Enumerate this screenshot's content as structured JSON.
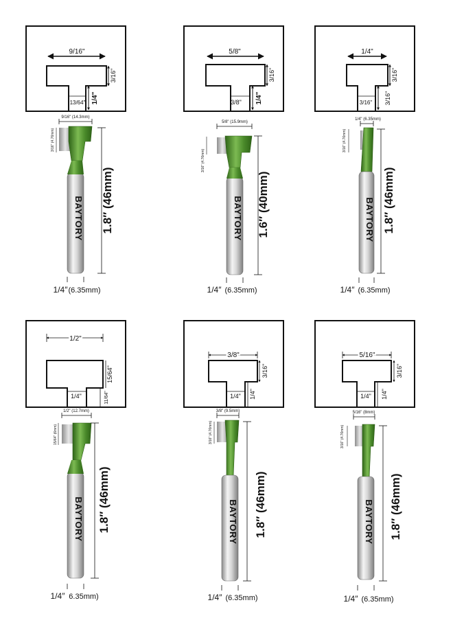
{
  "colors": {
    "shank_light": "#f2f2f2",
    "shank_mid": "#c4c4c4",
    "shank_dark": "#8a8a8a",
    "body_green": "#4a8a2a",
    "body_green_dark": "#2f6418",
    "body_green_light": "#7cba52",
    "carbide_light": "#e6e6e6",
    "carbide_dark": "#8e8e8e",
    "line": "#111111"
  },
  "brand": "BAYTORY",
  "bits": [
    {
      "profile": {
        "top_width": "9/16\"",
        "top_depth": "3/16\"",
        "neck_width": "13/64\"",
        "neck_depth": "1/4\""
      },
      "cutter_width": "9/16\" (14.3mm)",
      "cutter_height": "3/16\" (4.76mm)",
      "length": "1.8″ (46mm)",
      "shank_label": "1/4″",
      "shank_mm": "(6.35mm)"
    },
    {
      "profile": {
        "top_width": "5/8\"",
        "top_depth": "3/16\"",
        "neck_width": "3/8\"",
        "neck_depth": "1/4\""
      },
      "cutter_width": "5/8\" (15.9mm)",
      "cutter_height": "3/16\" (4.76mm)",
      "length": "1.6″ (40mm)",
      "shank_label": "1/4″",
      "shank_mm": "(6.35mm)"
    },
    {
      "profile": {
        "top_width": "1/4\"",
        "top_depth": "3/16\"",
        "neck_width": "3/16\"",
        "neck_depth": "3/16\""
      },
      "cutter_width": "1/4\" (6.35mm)",
      "cutter_height": "3/16\" (4.76mm)",
      "length": "1.8″ (46mm)",
      "shank_label": "1/4″",
      "shank_mm": "(6.35mm)"
    },
    {
      "profile": {
        "top_width": "1/2\"",
        "top_depth": "15/64\"",
        "neck_width": "1/4\"",
        "neck_depth": "11/64\""
      },
      "cutter_width": "1/2\" (12.7mm)",
      "cutter_height": "15/64\" (6mm)",
      "length": "1.8″ (46mm)",
      "shank_label": "1/4″",
      "shank_mm": "6.35mm)"
    },
    {
      "profile": {
        "top_width": "3/8\"",
        "top_depth": "3/16\"",
        "neck_width": "1/4\"",
        "neck_depth": "1/4\""
      },
      "cutter_width": "3/8\" (9.5mm)",
      "cutter_height": "3/16\" (4.76mm)",
      "length": "1.8″ (46mm)",
      "shank_label": "1/4″",
      "shank_mm": "(6.35mm)"
    },
    {
      "profile": {
        "top_width": "5/16\"",
        "top_depth": "3/16\"",
        "neck_width": "1/4\"",
        "neck_depth": "1/4\""
      },
      "cutter_width": "5/16\" (8mm)",
      "cutter_height": "3/16\" (4.76mm)",
      "length": "1.8″ (46mm)",
      "shank_label": "1/4″",
      "shank_mm": "(6.35mm)"
    }
  ]
}
